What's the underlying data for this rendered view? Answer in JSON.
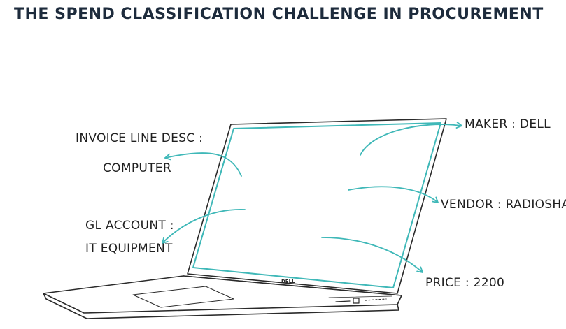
{
  "title": "THE SPEND CLASSIFICATION CHALLENGE IN PROCUREMENT",
  "labels": {
    "invoice_line_desc": "INVOICE LINE DESC :",
    "invoice_value": "COMPUTER",
    "gl_account": "GL ACCOUNT :",
    "gl_value": "IT EQUIPMENT",
    "maker": "MAKER : DELL",
    "vendor": "VENDOR : RADIOSHACK",
    "price": "PRICE :  2200"
  },
  "laptop_logo": "DELL",
  "colors": {
    "title": "#1d2b3c",
    "arrows": "#3fb8b8",
    "outline": "#2a2a2a"
  },
  "icons": [
    "laptop-icon",
    "arrow-icon"
  ]
}
